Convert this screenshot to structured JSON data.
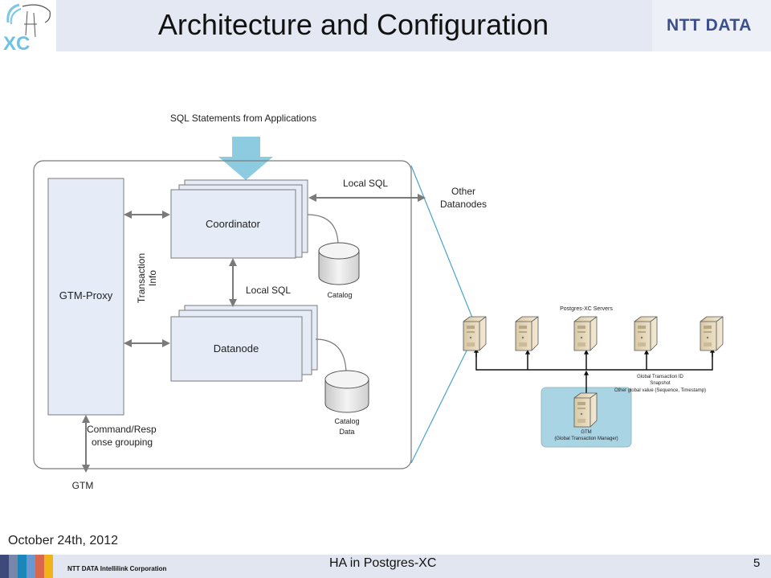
{
  "slide": {
    "title": "Architecture and Configuration",
    "brand": "NTT DATA",
    "date": "October 24th, 2012",
    "footer_corp": "NTT DATA Intellilink Corporation",
    "footer_title": "HA in Postgres-XC",
    "page_number": "5",
    "footer_stripe_colors": [
      "#3d4a7a",
      "#7a86a8",
      "#1b86b8",
      "#6a98d2",
      "#d8674c",
      "#f0b31a"
    ]
  },
  "diagram": {
    "sql_input_label": "SQL Statements from Applications",
    "gtm_proxy_label": "GTM-Proxy",
    "coordinator_label": "Coordinator",
    "datanode_label": "Datanode",
    "transaction_info_label_line1": "Transaction",
    "transaction_info_label_line2": "Info",
    "local_sql_label_top": "Local SQL",
    "local_sql_label_mid": "Local SQL",
    "other_datanodes_line1": "Other",
    "other_datanodes_line2": "Datanodes",
    "catalog_label": "Catalog",
    "catalog_data_line1": "Catalog",
    "catalog_data_line2": "Data",
    "command_response_line1": "Command/Resp",
    "command_response_line2": "onse grouping",
    "gtm_label": "GTM",
    "servers_label": "Postgres-XC Servers",
    "gtm_server_line1": "GTM",
    "gtm_server_line2": "(Global Transaction Manager)",
    "global_info_line1": "Global Transaction ID",
    "global_info_line2": "Snapshot",
    "global_info_line3": "Other global value (Sequence, Timestamp)"
  },
  "colors": {
    "arrow_blue": "#8ccbe0",
    "node_fill": "#e6ecf7",
    "gtm_area": "#a8d4e4",
    "zoom_line": "#4aa3c8"
  }
}
